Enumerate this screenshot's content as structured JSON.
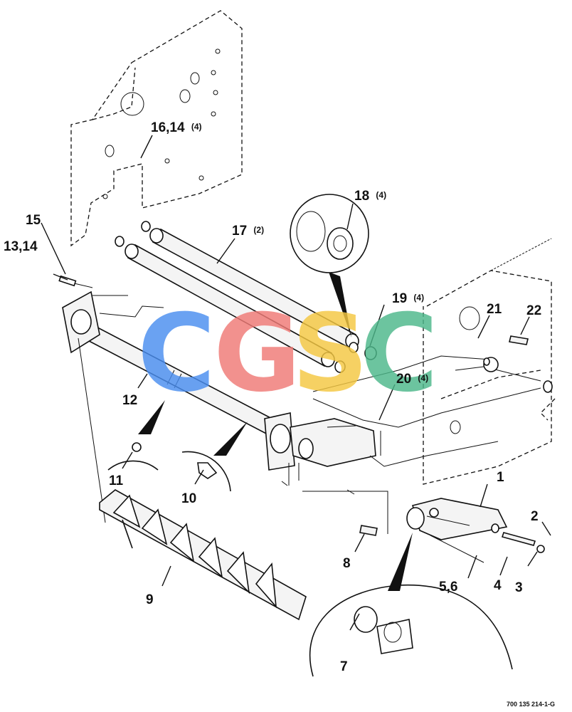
{
  "diagram": {
    "callouts": [
      {
        "id": "c1",
        "label": "1",
        "qty": ""
      },
      {
        "id": "c2",
        "label": "2",
        "qty": ""
      },
      {
        "id": "c3",
        "label": "3",
        "qty": ""
      },
      {
        "id": "c4",
        "label": "4",
        "qty": ""
      },
      {
        "id": "c56",
        "label": "5,6",
        "qty": ""
      },
      {
        "id": "c7",
        "label": "7",
        "qty": ""
      },
      {
        "id": "c8",
        "label": "8",
        "qty": ""
      },
      {
        "id": "c9",
        "label": "9",
        "qty": ""
      },
      {
        "id": "c10",
        "label": "10",
        "qty": ""
      },
      {
        "id": "c11",
        "label": "11",
        "qty": ""
      },
      {
        "id": "c12",
        "label": "12",
        "qty": ""
      },
      {
        "id": "c1314",
        "label": "13,14",
        "qty": ""
      },
      {
        "id": "c15",
        "label": "15",
        "qty": ""
      },
      {
        "id": "c1614",
        "label": "16,14",
        "qty": "(4)"
      },
      {
        "id": "c17",
        "label": "17",
        "qty": "(2)"
      },
      {
        "id": "c18",
        "label": "18",
        "qty": "(4)"
      },
      {
        "id": "c19",
        "label": "19",
        "qty": "(4)"
      },
      {
        "id": "c20",
        "label": "20",
        "qty": "(4)"
      },
      {
        "id": "c21",
        "label": "21",
        "qty": ""
      },
      {
        "id": "c22",
        "label": "22",
        "qty": ""
      }
    ],
    "drawing_number": "700 135 214-1-G",
    "watermark": {
      "letters": [
        "C",
        "G",
        "S",
        "C"
      ],
      "colors": [
        "#4a8ef0",
        "#f07a76",
        "#f5c842",
        "#4cb88a"
      ]
    }
  }
}
